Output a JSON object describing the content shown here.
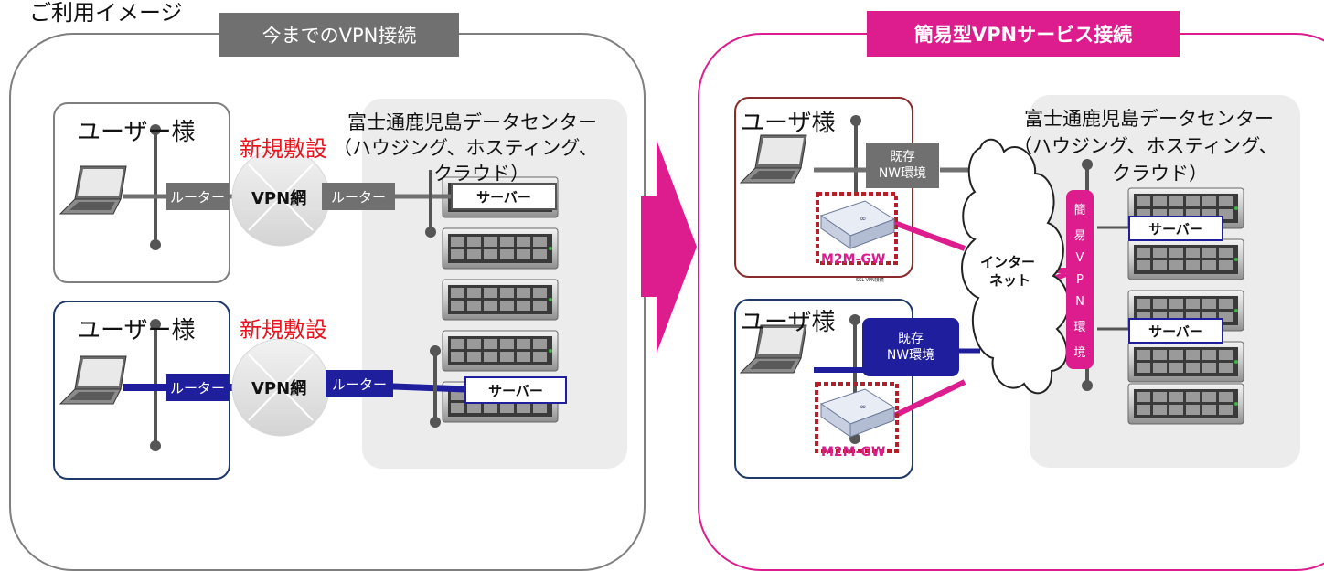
{
  "page_title": "ご利用イメージ",
  "colors": {
    "magenta": "#dd1c8e",
    "gray": "#707070",
    "navy": "#1f1f9e",
    "dark_red": "#8a2a2a",
    "navy_border": "#1f3a6a",
    "red_text": "#e8141e"
  },
  "left": {
    "banner": "今までのVPN接続",
    "users": [
      {
        "label": "ユーザー様",
        "router": "ルーター",
        "new_label": "新規敷設",
        "vpn": "VPN網",
        "dc_router": "ルーター"
      },
      {
        "label": "ユーザー様",
        "router": "ルーター",
        "new_label": "新規敷設",
        "vpn": "VPN網",
        "dc_router": "ルーター"
      }
    ],
    "datacenter": {
      "line1": "富士通鹿児島データセンター",
      "line2": "（ハウジング、ホスティング、",
      "line3": "クラウド）"
    },
    "servers": [
      "サーバー",
      "サーバー"
    ]
  },
  "right": {
    "banner": "簡易型VPNサービス接続",
    "users": [
      {
        "label": "ユーザ様",
        "nw": [
          "既存",
          "NW環境"
        ],
        "gw": "M2M-GW",
        "gw_caption": "SSL-VPN接続"
      },
      {
        "label": "ユーザ様",
        "nw": [
          "既存",
          "NW環境"
        ],
        "gw": "M2M-GW"
      }
    ],
    "internet": [
      "インター",
      "ネット"
    ],
    "vpn_strip": [
      "簡",
      "易",
      "V",
      "P",
      "N",
      "環",
      "境"
    ],
    "datacenter": {
      "line1": "富士通鹿児島データセンター",
      "line2": "（ハウジング、ホスティング、",
      "line3": "クラウド）"
    },
    "servers": [
      "サーバー",
      "サーバー"
    ]
  },
  "icons": [
    "laptop-icon",
    "rack-server-icon",
    "vpn-cloud-icon",
    "router-device-icon",
    "internet-cloud-icon",
    "arrow-right-icon"
  ]
}
